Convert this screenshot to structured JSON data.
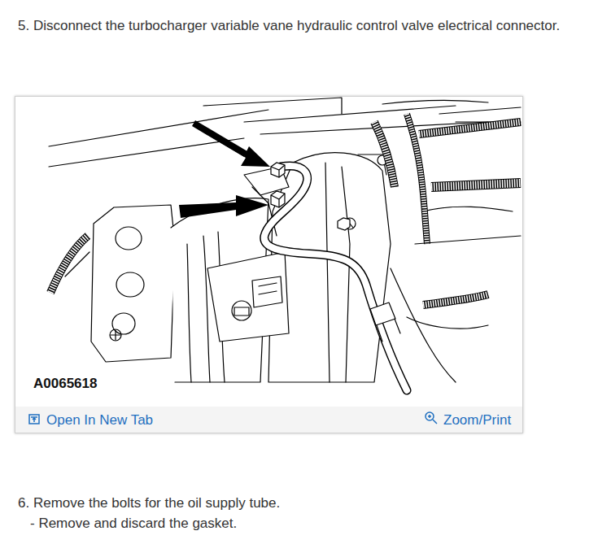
{
  "diagram": {
    "nodes": [
      {
        "text": [
          "A0065618",
          "Open In New Tab",
          "Zoom/Print"
        ]
      }
    ],
    "labels": [
      "5. Disconnect the turbocharger variable vane hydraulic control valve electrical connector.",
      "6. Remove the bolts for the oil supply tube.",
      "- Remove and discard the gasket."
    ]
  }
}
